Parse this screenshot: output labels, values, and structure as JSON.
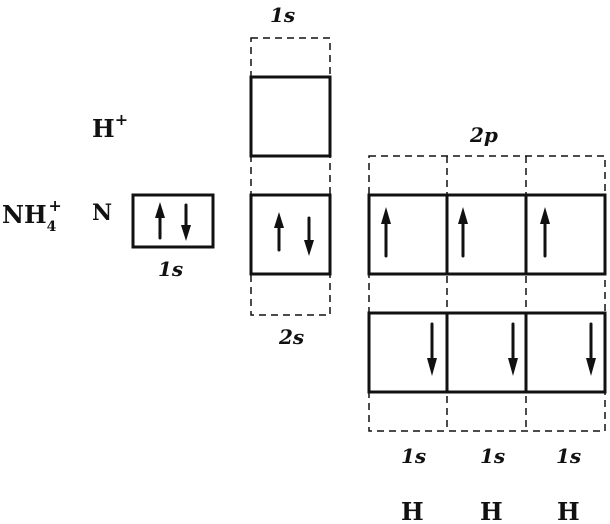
{
  "labels": {
    "nh4_main": "NH",
    "nh4_sub": "4",
    "nh4_sup": "+",
    "n": "N",
    "h_plus_main": "H",
    "h_plus_sup": "+",
    "n_1s": "1s",
    "h_plus_1s": "1s",
    "n_2s": "2s",
    "n_2p": "2p",
    "h1_1s": "1s",
    "h2_1s": "1s",
    "h3_1s": "1s",
    "h1": "H",
    "h2": "H",
    "h3": "H"
  },
  "orbitals": {
    "n_1s": [
      "up",
      "down"
    ],
    "n_2s": [
      "up",
      "down"
    ],
    "h_plus_1s": [],
    "n_2p": [
      [
        "up"
      ],
      [
        "up"
      ],
      [
        "up"
      ]
    ],
    "h_1s": [
      [
        "down"
      ],
      [
        "down"
      ],
      [
        "down"
      ]
    ]
  }
}
